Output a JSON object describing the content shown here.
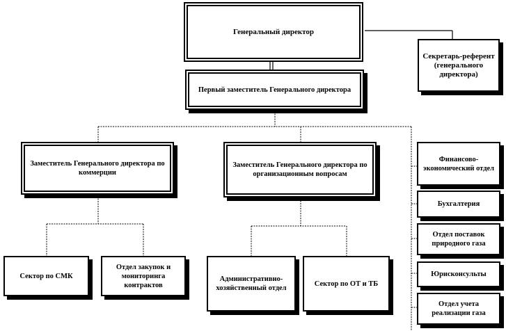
{
  "org_chart": {
    "general_director": "Генеральный  директор",
    "secretary": "Секретарь-референт (генерального директора)",
    "first_deputy": "Первый  заместитель  Генерального директора",
    "deputy_commerce": "Заместитель  Генерального директора  по  коммерции",
    "deputy_org": "Заместитель  Генерального директора  по организационным  вопросам",
    "sector_smk": "Сектор по СМК",
    "dept_purchases": "Отдел  закупок  и мониторинга контрактов",
    "admin_dept": "Административно-хозяйственный отдел",
    "sector_ot_tb": "Сектор по ОТ и ТБ",
    "finance_dept": "Финансово-экономический отдел",
    "accounting": "Бухгалтерия",
    "gas_supply_dept": "Отдел  поставок природного газа",
    "legal": "Юрисконсульты",
    "gas_sales_dept": "Отдел  учета реализации газа"
  }
}
